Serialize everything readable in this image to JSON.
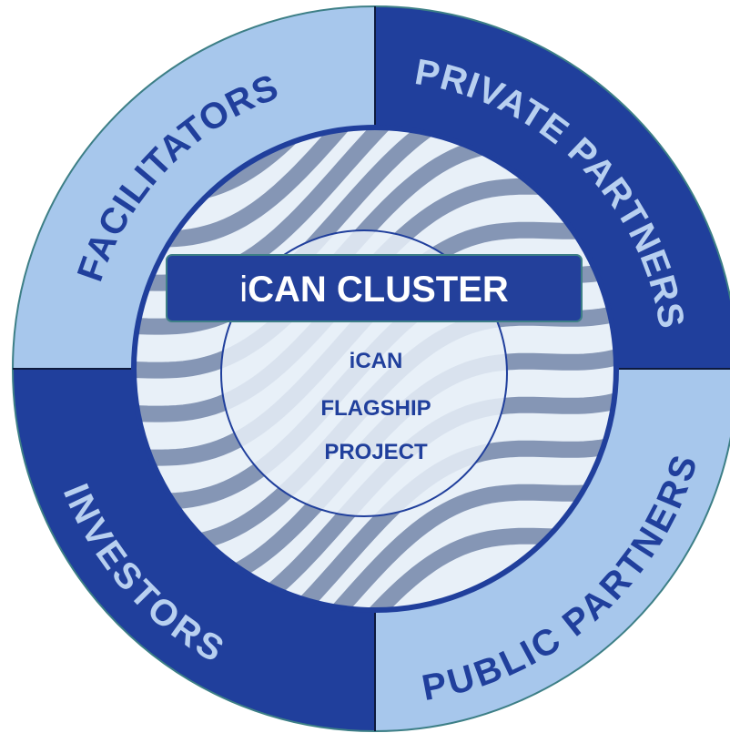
{
  "segments": {
    "facilitators": "FACILITATORS",
    "private_partners": "PRIVATE PARTNERS",
    "public_partners": "PUBLIC PARTNERS",
    "investors": "INVESTORS"
  },
  "cluster": {
    "label_prefix": "i",
    "label_rest": "CAN CLUSTER"
  },
  "center": {
    "line1_prefix": "i",
    "line1_rest": "CAN",
    "line2": "FLAGSHIP",
    "line3": "PROJECT"
  },
  "colors": {
    "light_blue": "#a7c7ec",
    "dark_blue": "#203f9c",
    "cluster_bar": "#23409b",
    "outline_dark": "#0d1a3d",
    "outline_teal": "#3d7f86",
    "text_on_light": "#203f9c",
    "text_on_dark": "#b8d0f0",
    "center_fill": "#e8f0f8",
    "wave": "#64789f"
  }
}
